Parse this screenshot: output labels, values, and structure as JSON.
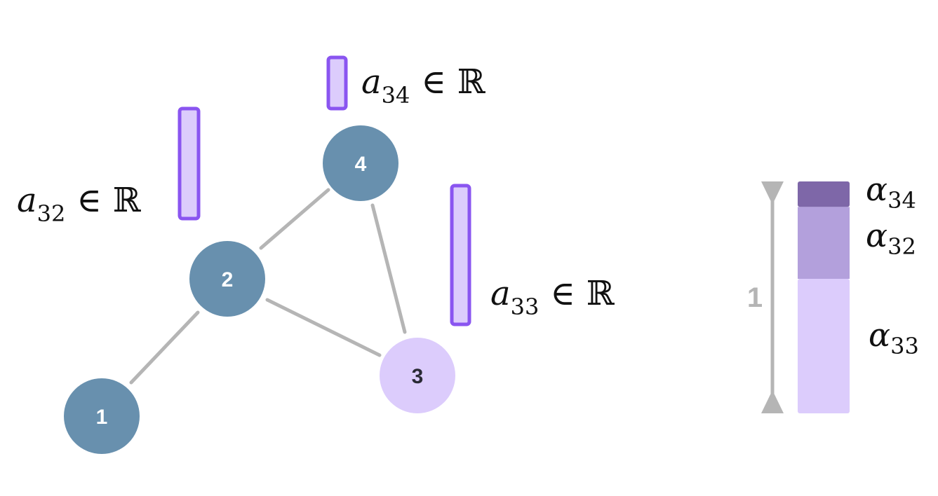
{
  "colors": {
    "node_fill": "#6890AE",
    "node_text": "#FFFFFF",
    "highlight_node_fill": "#DCCCFC",
    "highlight_node_text": "#2A2A35",
    "edge": "#B5B5B5",
    "score_bar_fill": "#DCCCFC",
    "score_bar_stroke": "#8A55F0",
    "alpha34_fill": "#7E67A8",
    "alpha32_fill": "#B3A0DC",
    "alpha33_fill": "#DCCCFC",
    "scale_gray": "#B5B5B5"
  },
  "nodes": [
    {
      "id": "1",
      "label": "1"
    },
    {
      "id": "2",
      "label": "2"
    },
    {
      "id": "3",
      "label": "3",
      "highlight": true
    },
    {
      "id": "4",
      "label": "4"
    }
  ],
  "edges": [
    [
      "1",
      "2"
    ],
    [
      "2",
      "4"
    ],
    [
      "2",
      "3"
    ],
    [
      "4",
      "3"
    ]
  ],
  "scores": {
    "a32": {
      "base": "a",
      "sub": "32",
      "rel": "∈",
      "set": "ℝ"
    },
    "a34": {
      "base": "a",
      "sub": "34",
      "rel": "∈",
      "set": "ℝ"
    },
    "a33": {
      "base": "a",
      "sub": "33",
      "rel": "∈",
      "set": "ℝ"
    }
  },
  "normalized": {
    "scale_label": "1",
    "alpha34": {
      "base": "α",
      "sub": "34",
      "share": 0.11
    },
    "alpha32": {
      "base": "α",
      "sub": "32",
      "share": 0.31
    },
    "alpha33": {
      "base": "α",
      "sub": "33",
      "share": 0.58
    }
  }
}
